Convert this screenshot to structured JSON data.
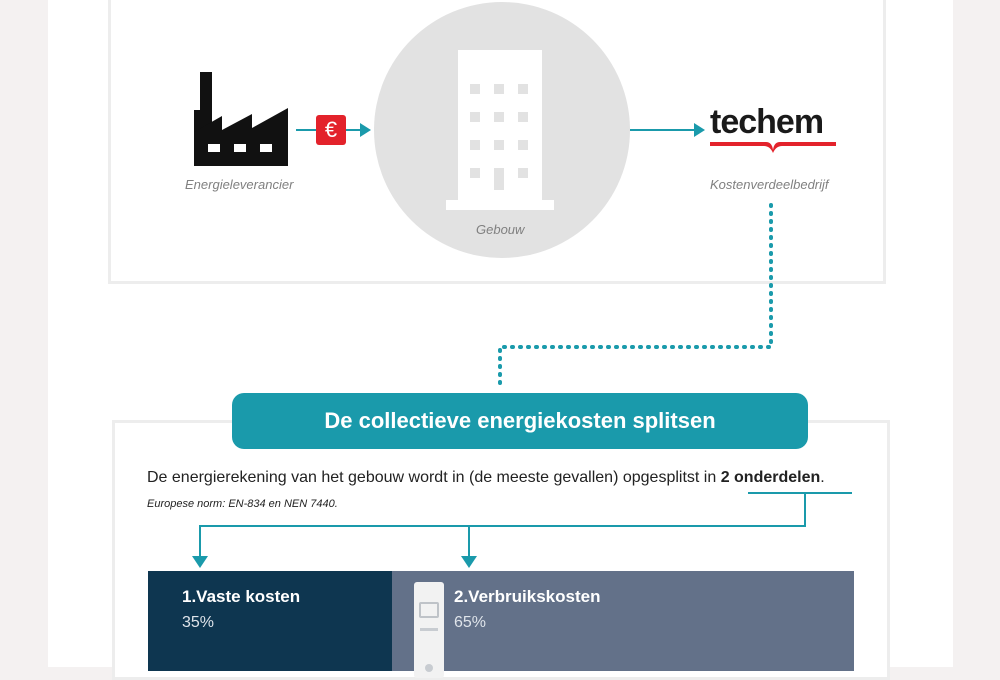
{
  "flow": {
    "supplier_label": "Energieleverancier",
    "building_label": "Gebouw",
    "distributor_label": "Kostenverdeelbedrijf",
    "currency_symbol": "€",
    "distributor_logo_text": "techem"
  },
  "split": {
    "banner_title": "De collectieve energiekosten splitsen",
    "intro_text": "De energierekening van het gebouw wordt in (de meeste gevallen) opgesplitst in ",
    "intro_emphasis": "2 onderdelen",
    "intro_end": ".",
    "norm_text": "Europese norm: EN-834 en NEN 7440.",
    "parts": [
      {
        "title": "1.Vaste kosten",
        "value": "35%"
      },
      {
        "title": "2.Verbruikskosten",
        "value": "65%"
      }
    ]
  },
  "colors": {
    "accent": "#1a9aab",
    "euro_red": "#e3222b",
    "fixed_block": "#0e3650",
    "usage_block": "#637189"
  },
  "icons": [
    "factory-icon",
    "euro-icon",
    "building-icon",
    "techem-logo",
    "meter-icon"
  ]
}
